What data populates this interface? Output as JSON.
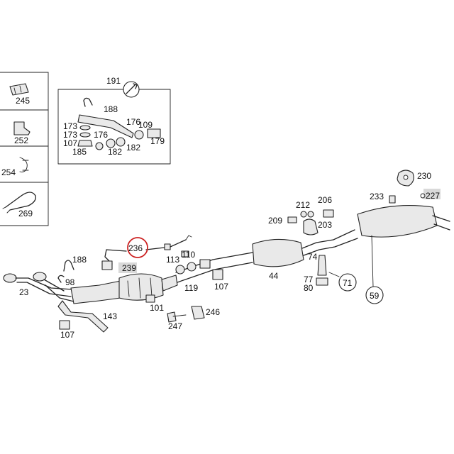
{
  "callouts": {
    "p245": "245",
    "p252": "252",
    "p254": "254",
    "p269": "269",
    "p191": "191",
    "p188a": "188",
    "p176a": "176",
    "p173a": "173",
    "p173b": "173",
    "p176b": "176",
    "p109": "109",
    "p179": "179",
    "p107a": "107",
    "p182a": "182",
    "p185": "185",
    "p182b": "182",
    "p230": "230",
    "p233": "233",
    "p227": "227",
    "p212": "212",
    "p206": "206",
    "p209": "209",
    "p203": "203",
    "p236": "236",
    "p239": "239",
    "p188b": "188",
    "p113": "113",
    "p110": "110",
    "p98": "98",
    "p23": "23",
    "p74": "74",
    "p44": "44",
    "p119": "119",
    "p107b": "107",
    "p77": "77",
    "p80": "80",
    "p71": "71",
    "p59": "59",
    "p101": "101",
    "p143": "143",
    "p246": "246",
    "p247": "247",
    "p107c": "107"
  },
  "highlight_color": "#cc2222"
}
